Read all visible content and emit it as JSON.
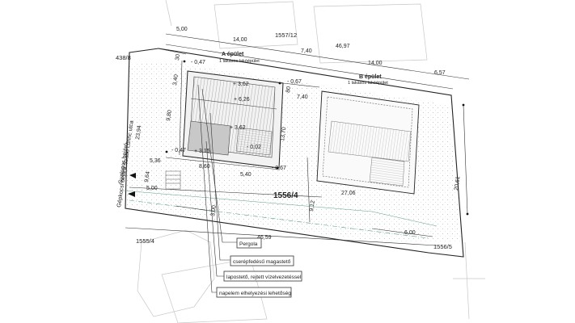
{
  "plot": {
    "number": "1556/4",
    "neighbors": {
      "top": "1557/12",
      "top_left": "438/8",
      "bottom_left": "1555/4",
      "bottom_right": "1556/5"
    },
    "streets": {
      "left_upper": "Szabó Lőrinc utca",
      "left_upper_width": "23,94",
      "left_mid": "Gyalogos bejáró",
      "left_lower": "Gépkocsi bejáró"
    }
  },
  "buildings": [
    {
      "id": "A",
      "title": "A épület",
      "subtitle": "1 lakásos lakóépület"
    },
    {
      "id": "B",
      "title": "B épület",
      "subtitle": "1 lakásos lakóépület"
    }
  ],
  "dimensions": {
    "top_front": [
      "5,00",
      "14,00",
      "46,97",
      "7,40",
      "14,00",
      "6,57"
    ],
    "left_a": [
      "3,40",
      "9,80",
      "5,36"
    ],
    "top_a": "30",
    "a_right": [
      "80",
      "7,40",
      "13,70"
    ],
    "a_bottom": [
      "8,60",
      "5,40"
    ],
    "gate": [
      "9,64",
      "5,00",
      "3,00"
    ],
    "middle": [
      "9,12",
      "27,06"
    ],
    "right": [
      "20,61",
      "6,00"
    ],
    "bottom": "46,59"
  },
  "levels": [
    "- 0,47",
    "+ 3,62",
    "+ 6,26",
    "+ 3,62",
    "- 0,67",
    "- 0,47",
    "+ 3,15",
    "- 0,02",
    "- 0,67"
  ],
  "callouts": [
    "Pergola",
    "cserépfedésű magastető",
    "lapostető, rejtett vízelvezetéssel",
    "napelem elhelyezési lehetőség"
  ],
  "colors": {
    "line": "#222222",
    "hatch": "#9a9a9a",
    "paving": "#b5c4c4",
    "building_fill": "#c8c8c8",
    "green_edge": "#5a9b8a"
  }
}
